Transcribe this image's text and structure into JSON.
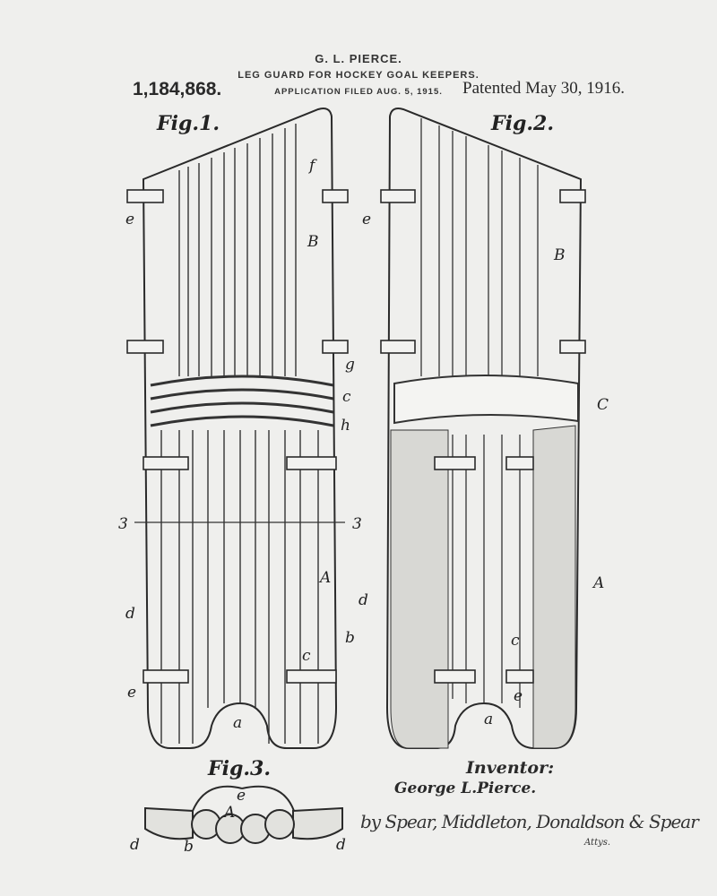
{
  "header": {
    "inventor_name": "G. L. PIERCE.",
    "title": "LEG GUARD FOR HOCKEY GOAL KEEPERS.",
    "filed": "APPLICATION FILED AUG. 5, 1915.",
    "patent_number": "1,184,868.",
    "patented": "Patented May 30, 1916."
  },
  "figures": {
    "fig1": "Fig.1.",
    "fig2": "Fig.2.",
    "fig3": "Fig.3."
  },
  "labels": {
    "e": "e",
    "f": "f",
    "B": "B",
    "g": "g",
    "c": "c",
    "h": "h",
    "three": "3",
    "A": "A",
    "d": "d",
    "b": "b",
    "a": "a",
    "C": "C"
  },
  "footer": {
    "inventor_label": "Inventor:",
    "inventor": "George L.Pierce.",
    "signature": "by Spear, Middleton, Donaldson & Spear",
    "attys": "Attys."
  }
}
